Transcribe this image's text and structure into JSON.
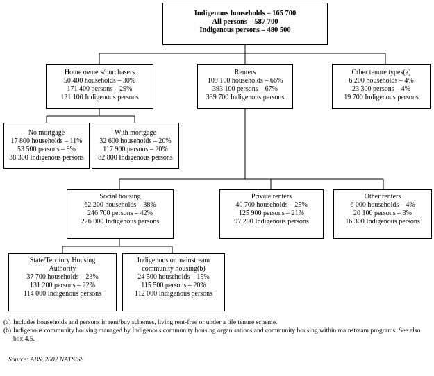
{
  "root": {
    "lines": [
      "Indigenous households – 165 700",
      "All persons – 587 700",
      "Indigenous persons – 480 500"
    ]
  },
  "home_owners": {
    "lines": [
      "Home owners/purchasers",
      "50 400 households – 30%",
      "171 400 persons – 29%",
      "121 100 Indigenous persons"
    ]
  },
  "renters": {
    "lines": [
      "Renters",
      "109 100 households – 66%",
      "393 100 persons – 67%",
      "339 700 Indigenous persons"
    ]
  },
  "other_tenure": {
    "lines": [
      "Other tenure types(a)",
      "6 200 households – 4%",
      "23 300 persons – 4%",
      "19 700 Indigenous persons"
    ]
  },
  "no_mortgage": {
    "lines": [
      "No mortgage",
      "17 800 households – 11%",
      "53 500 persons – 9%",
      "38 300 Indigenous persons"
    ]
  },
  "with_mortgage": {
    "lines": [
      "With mortgage",
      "32 600 households – 20%",
      "117 900 persons – 20%",
      "82 800 Indigenous persons"
    ]
  },
  "social_housing": {
    "lines": [
      "Social housing",
      "62 200 households – 38%",
      "246 700 persons – 42%",
      "226 000 Indigenous persons"
    ]
  },
  "private_renters": {
    "lines": [
      "Private renters",
      "40 700 households – 25%",
      "125 900 persons – 21%",
      "97 200 Indigenous persons"
    ]
  },
  "other_renters": {
    "lines": [
      "Other renters",
      "6 000 households – 4%",
      "20 100  persons – 3%",
      "16 300 Indigenous persons"
    ]
  },
  "state_territory": {
    "lines": [
      "State/Territory Housing",
      "Authority",
      "37 700 households – 23%",
      "131 200 persons – 22%",
      "114 000 Indigenous persons"
    ]
  },
  "indigenous_community": {
    "lines": [
      "Indigenous or mainstream",
      "community housing(b)",
      "24 500 households – 15%",
      "115 500 persons – 20%",
      "112 000 Indigenous persons"
    ]
  },
  "notes": {
    "a_tag": "(a)",
    "a_text": "Includes households and persons in rent/buy schemes, living rent-free or under a life tenure scheme.",
    "b_tag": "(b)",
    "b_text": "Indigenous community housing managed by Indigenous community housing organisations and community housing within mainstream programs. See also box 4.5."
  },
  "source": "Source: ABS, 2002 NATSISS"
}
